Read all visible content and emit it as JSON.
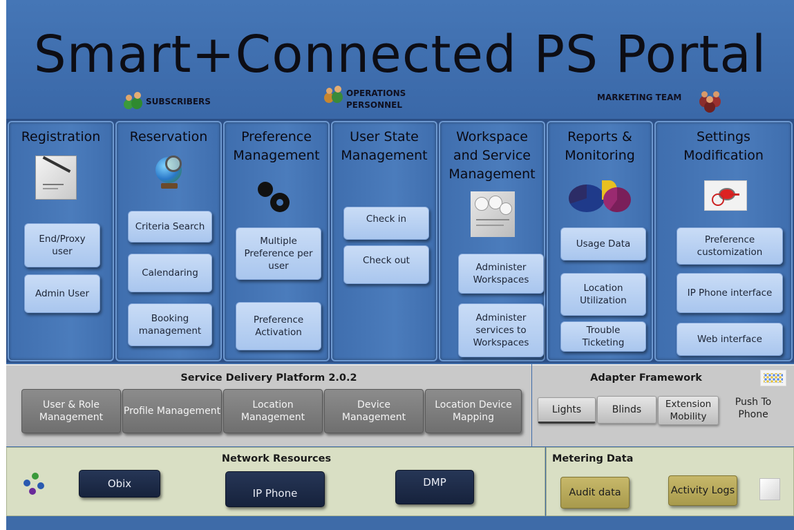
{
  "header": {
    "title": "Smart+Connected PS Portal",
    "roles": [
      {
        "label": "SUBSCRIBERS",
        "icon": "people-green-icon"
      },
      {
        "label": "OPERATIONS PERSONNEL",
        "line1": "OPERATIONS",
        "line2": "PERSONNEL",
        "icon": "people-orange-icon"
      },
      {
        "label": "MARKETING TEAM",
        "icon": "people-red-icon"
      }
    ]
  },
  "columns": [
    {
      "title_line1": "Registration",
      "title_line2": "",
      "icon": "pen-document-icon",
      "items": [
        "End/Proxy user",
        "Admin User"
      ]
    },
    {
      "title_line1": "Reservation",
      "title_line2": "",
      "icon": "globe-magnifier-icon",
      "items": [
        "Criteria Search",
        "Calendaring",
        "Booking management"
      ]
    },
    {
      "title_line1": "Preference",
      "title_line2": "Management",
      "icon": "gears-icon",
      "items": [
        "Multiple Preference per user",
        "Preference Activation"
      ]
    },
    {
      "title_line1": "User State",
      "title_line2": "Management",
      "icon": "",
      "items": [
        "Check in",
        "Check out"
      ]
    },
    {
      "title_line1": "Workspace",
      "title_line2": "and Service",
      "title_line3": "Management",
      "icon": "blueprint-rolls-icon",
      "items": [
        "Administer Workspaces",
        "Administer services to Workspaces"
      ]
    },
    {
      "title_line1": "Reports &",
      "title_line2": "Monitoring",
      "icon": "pie-chart-icon",
      "items": [
        "Usage Data",
        "Location Utilization",
        "Trouble Ticketing"
      ]
    },
    {
      "title_line1": "Settings",
      "title_line2": "Modification",
      "icon": "mouse-settings-icon",
      "items": [
        "Preference customization",
        "IP Phone interface",
        "Web interface"
      ]
    }
  ],
  "service_delivery": {
    "title": "Service Delivery Platform 2.0.2",
    "items": [
      "User & Role Management",
      "Profile Management",
      "Location Management",
      "Device Management",
      "Location Device Mapping"
    ]
  },
  "adapter_framework": {
    "title": "Adapter Framework",
    "icon": "grid-dots-icon",
    "items": [
      "Lights",
      "Blinds",
      "Extension Mobility",
      "Push To Phone"
    ]
  },
  "network_resources": {
    "title": "Network Resources",
    "icon": "network-molecule-icon",
    "items": [
      "Obix",
      "IP Phone",
      "DMP"
    ]
  },
  "metering_data": {
    "title": "Metering Data",
    "icon": "cube-icon",
    "items": [
      "Audit data",
      "Activity Logs"
    ]
  }
}
